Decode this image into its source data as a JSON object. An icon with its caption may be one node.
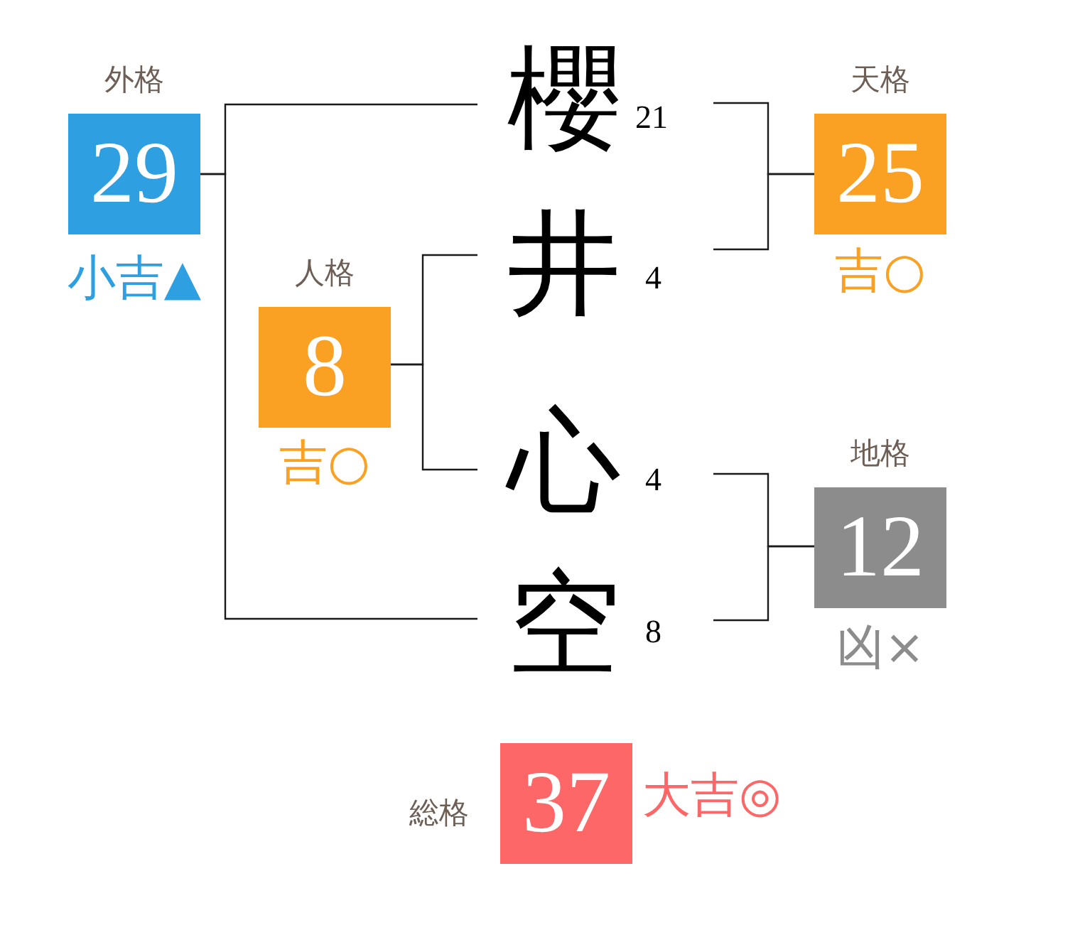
{
  "diagram": {
    "nodes": [
      {
        "text": [
          "外格",
          "29"
        ],
        "beside": [
          "小吉▲"
        ]
      },
      {
        "text": [
          "櫻"
        ],
        "beside": [
          "21"
        ]
      },
      {
        "text": [
          "天格",
          "25"
        ],
        "beside": [
          "吉○"
        ]
      },
      {
        "text": [
          "人格",
          "8"
        ],
        "beside": [
          "吉○"
        ]
      },
      {
        "text": [
          "井"
        ],
        "beside": [
          "4"
        ]
      },
      {
        "text": [
          "心"
        ],
        "beside": [
          "4"
        ]
      },
      {
        "text": [
          "地格",
          "12"
        ],
        "beside": [
          "凶×"
        ]
      },
      {
        "text": [
          "空"
        ],
        "beside": [
          "8"
        ]
      },
      {
        "text": [
          "総格",
          "37"
        ],
        "beside": [
          "大吉◎"
        ]
      }
    ],
    "edges": [
      {
        "from": 1,
        "to": 0,
        "arrow": "none"
      },
      {
        "from": 7,
        "to": 0,
        "arrow": "none"
      },
      {
        "from": 4,
        "to": 3,
        "arrow": "none"
      },
      {
        "from": 5,
        "to": 3,
        "arrow": "none"
      },
      {
        "from": 1,
        "to": 2,
        "arrow": "none"
      },
      {
        "from": 4,
        "to": 2,
        "arrow": "none"
      },
      {
        "from": 5,
        "to": 6,
        "arrow": "none"
      },
      {
        "from": 7,
        "to": 6,
        "arrow": "none"
      }
    ]
  }
}
